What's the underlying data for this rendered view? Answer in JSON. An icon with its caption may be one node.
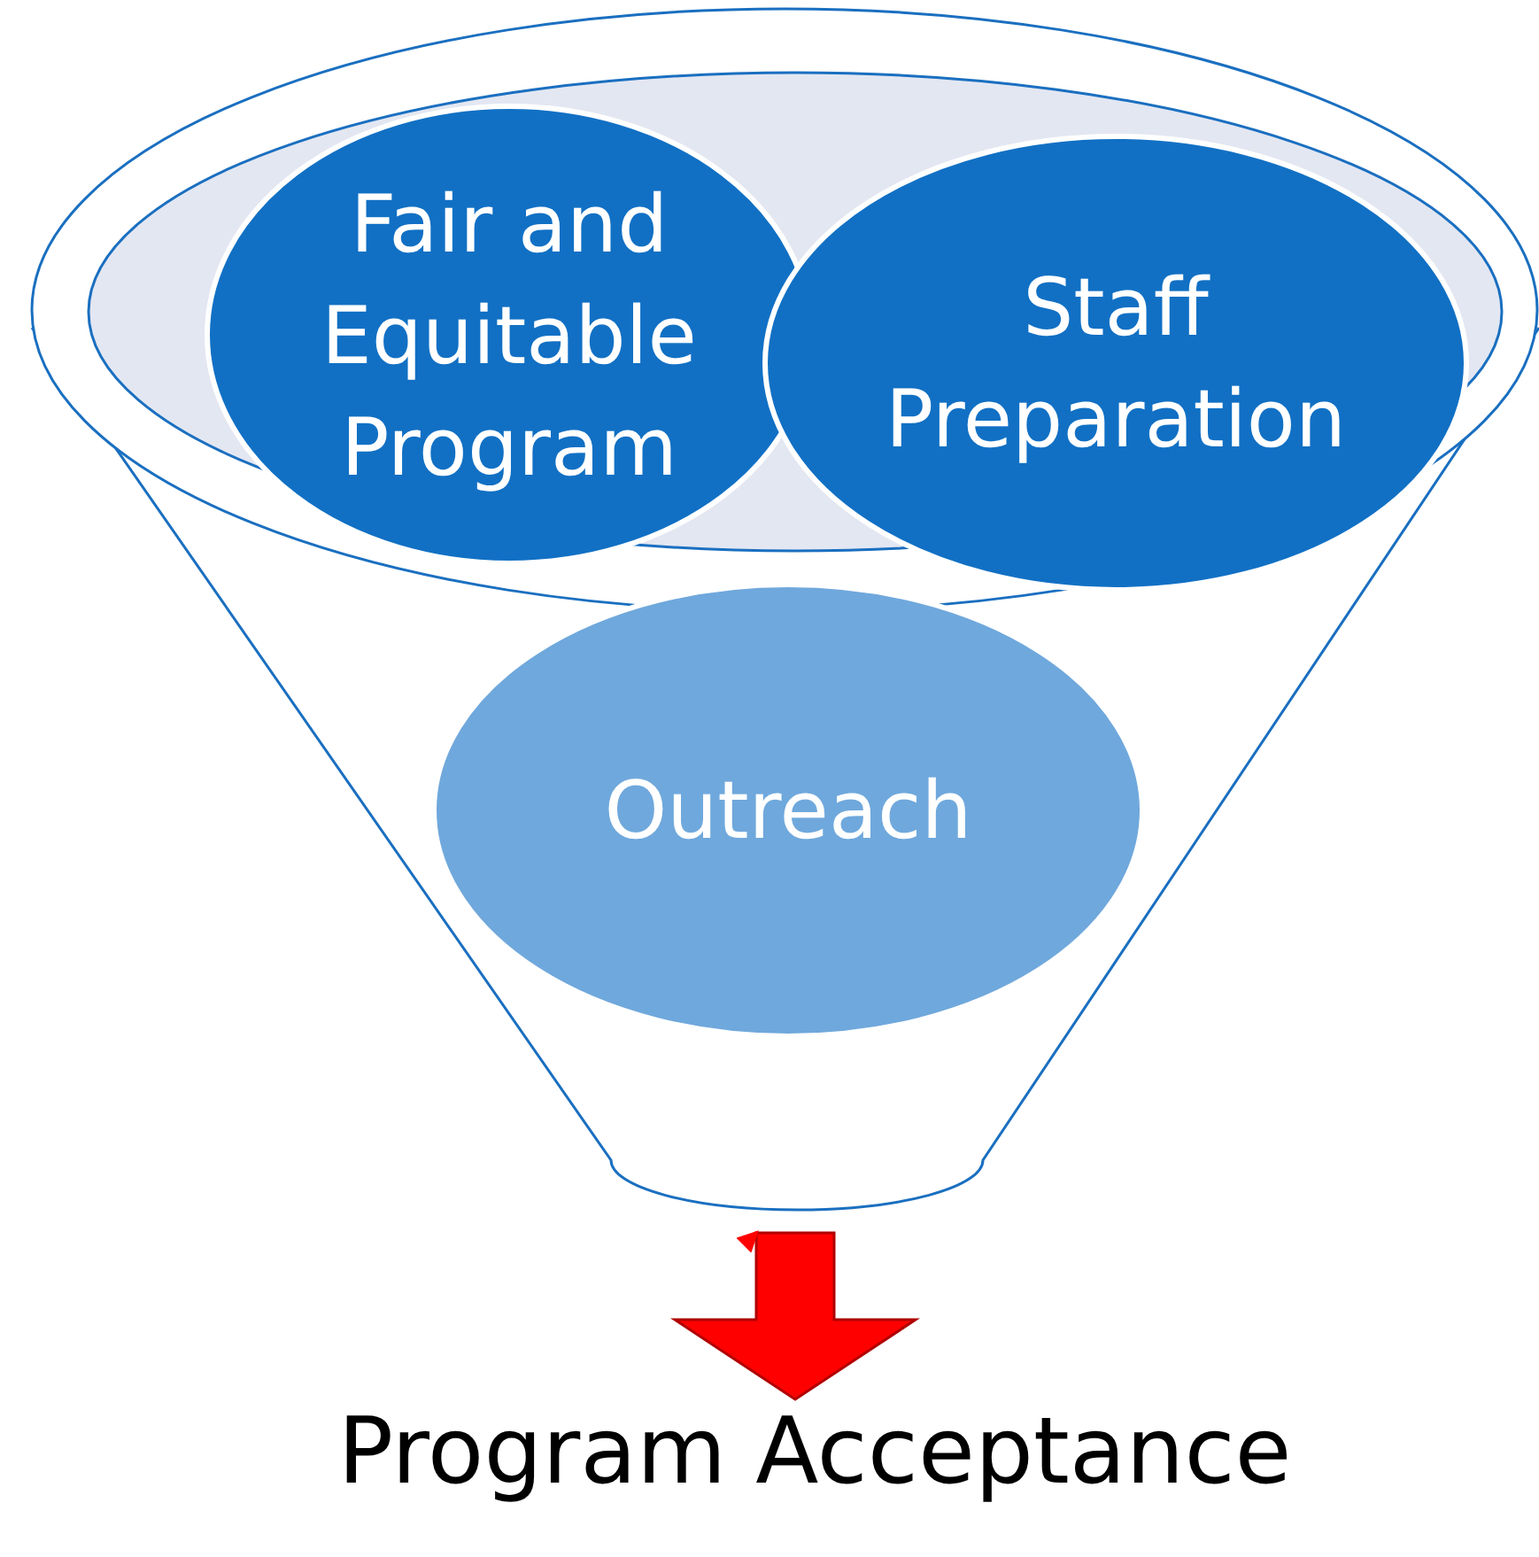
{
  "diagram": {
    "nodes": [
      {
        "text": [],
        "shape": "funnel"
      },
      {
        "text": [
          "Fair and Equitable Program"
        ]
      },
      {
        "text": [
          "Staff Preparation"
        ]
      },
      {
        "text": [
          "Outreach"
        ],
        "in": 0
      },
      {
        "text": [
          "Program Acceptance"
        ]
      }
    ],
    "edges": [
      {
        "from": 0,
        "to": 4,
        "arrow": "to",
        "style": "thick",
        "color": "#ff0000"
      }
    ]
  }
}
